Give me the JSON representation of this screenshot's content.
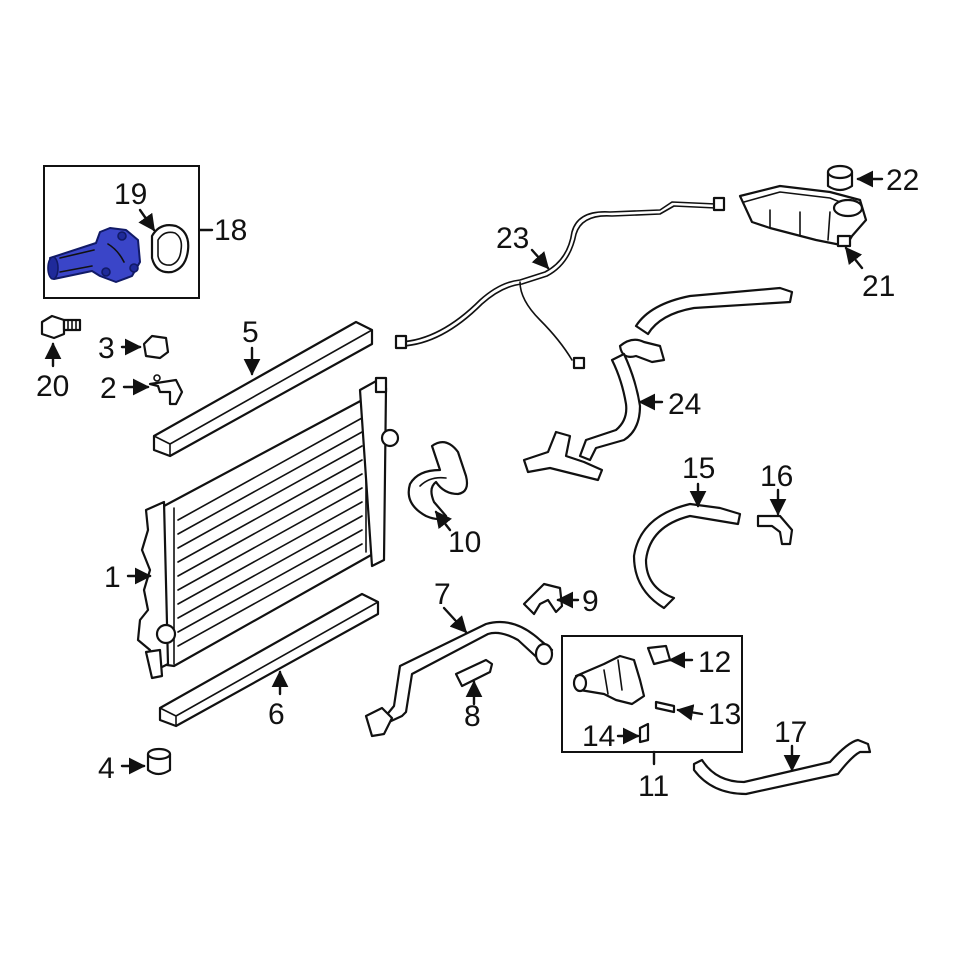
{
  "figure": "radiator and cooling components exploded parts diagram",
  "colors": {
    "highlight": "#3a45c8",
    "line": "#111111",
    "background": "#ffffff"
  },
  "callouts": {
    "c1": "1",
    "c2": "2",
    "c3": "3",
    "c4": "4",
    "c5": "5",
    "c6": "6",
    "c7": "7",
    "c8": "8",
    "c9": "9",
    "c10": "10",
    "c11": "11",
    "c12": "12",
    "c13": "13",
    "c14": "14",
    "c15": "15",
    "c16": "16",
    "c17": "17",
    "c18": "18",
    "c19": "19",
    "c20": "20",
    "c21": "21",
    "c22": "22",
    "c23": "23",
    "c24": "24"
  }
}
